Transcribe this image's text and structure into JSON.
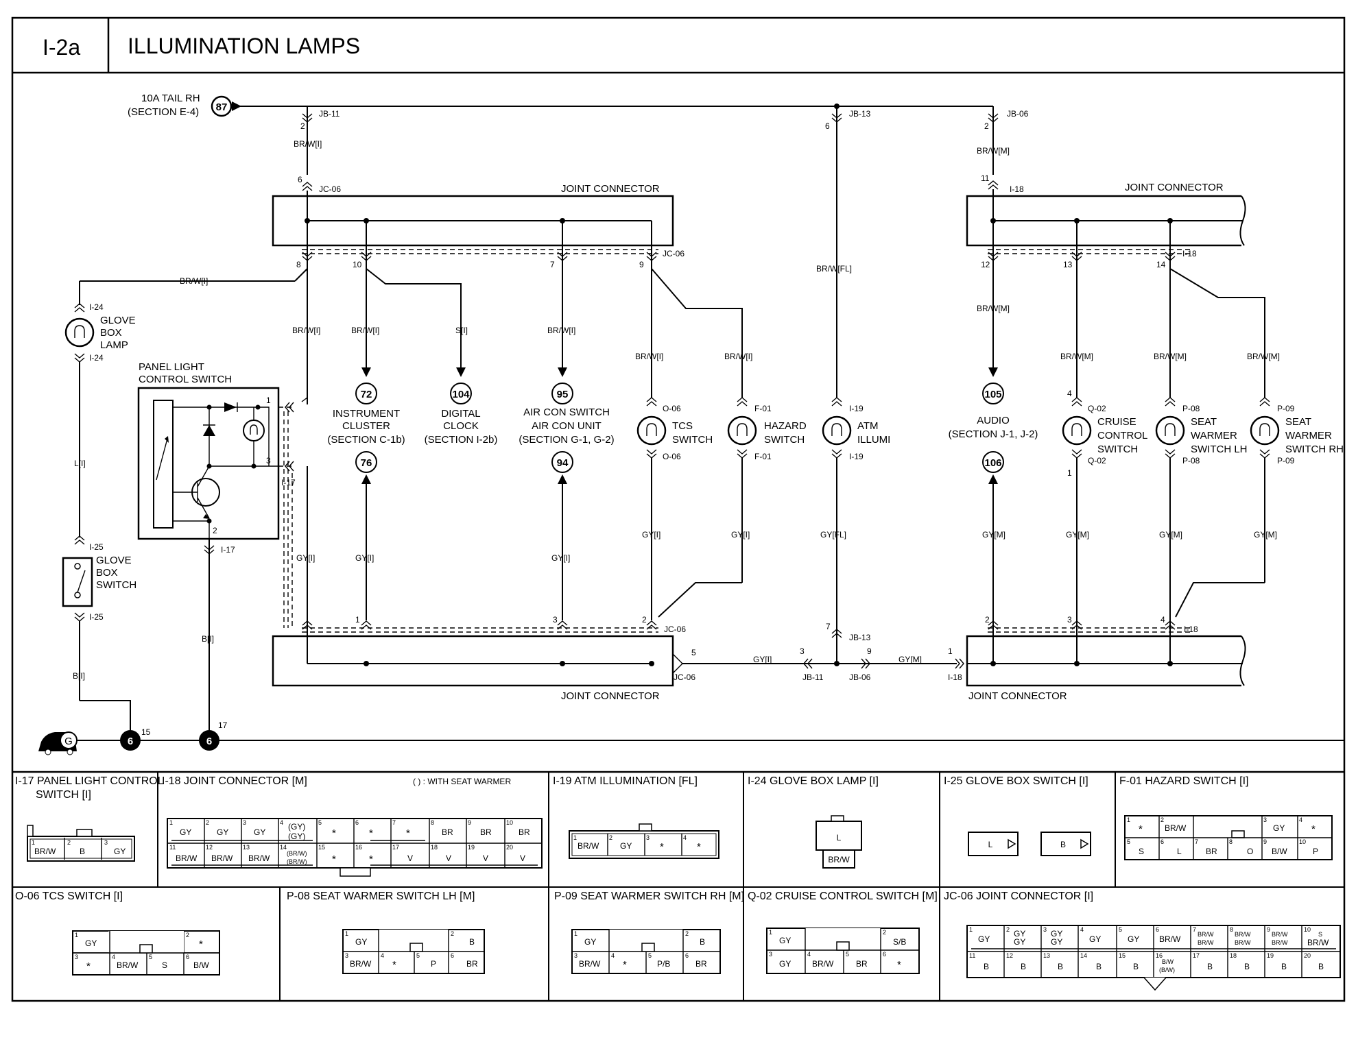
{
  "header": {
    "code": "I-2a",
    "title": "ILLUMINATION LAMPS"
  },
  "power": {
    "fuse_line1": "10A TAIL RH",
    "fuse_line2": "(SECTION E-4)",
    "fuse_ref": "87"
  },
  "junctions": {
    "jb11": "JB-11",
    "jb13": "JB-13",
    "jb06": "JB-06",
    "jc06": "JC-06",
    "i18": "I-18",
    "i17": "I-17"
  },
  "labels": {
    "joint_connector": "JOINT CONNECTOR",
    "glove_box_lamp": [
      "GLOVE",
      "BOX",
      "LAMP"
    ],
    "glove_box_switch": [
      "GLOVE",
      "BOX",
      "SWITCH"
    ],
    "panel_light": [
      "PANEL LIGHT",
      "CONTROL SWITCH"
    ],
    "instrument_cluster": [
      "INSTRUMENT",
      "CLUSTER",
      "(SECTION C-1b)"
    ],
    "digital_clock": [
      "DIGITAL",
      "CLOCK",
      "(SECTION I-2b)"
    ],
    "air_con": [
      "AIR CON SWITCH",
      "AIR CON UNIT",
      "(SECTION G-1, G-2)"
    ],
    "tcs": [
      "TCS",
      "SWITCH"
    ],
    "hazard": [
      "HAZARD",
      "SWITCH"
    ],
    "atm": [
      "ATM",
      "ILLUMI"
    ],
    "audio": [
      "AUDIO",
      "(SECTION J-1, J-2)"
    ],
    "cruise": [
      "CRUISE",
      "CONTROL",
      "SWITCH"
    ],
    "seat_lh": [
      "SEAT",
      "WARMER",
      "SWITCH LH"
    ],
    "seat_rh": [
      "SEAT",
      "WARMER",
      "SWITCH RH"
    ],
    "ground": "G"
  },
  "refs": {
    "ic": "72",
    "ic2": "76",
    "clock": "104",
    "ac": "95",
    "ac2": "94",
    "audio": "105",
    "audio2": "106",
    "ground": "6"
  },
  "wires": {
    "brw_i": "BR/W[I]",
    "brw_m": "BR/W[M]",
    "brw_fl": "BR/W[FL]",
    "gy_i": "GY[I]",
    "gy_m": "GY[M]",
    "gy_fl": "GY[FL]",
    "s_i": "S[I]",
    "l_i": "L[I]",
    "b_i": "B[I]"
  },
  "connectors": {
    "i24": "I-24",
    "i25": "I-25",
    "o06": "O-06",
    "f01": "F-01",
    "i19": "I-19",
    "q02": "Q-02",
    "p08": "P-08",
    "p09": "P-09"
  },
  "pins": {
    "n1": "1",
    "n2": "2",
    "n3": "3",
    "n4": "4",
    "n5": "5",
    "n6": "6",
    "n7": "7",
    "n8": "8",
    "n9": "9",
    "n10": "10",
    "n11": "11",
    "n12": "12",
    "n13": "13",
    "n14": "14",
    "n15": "15",
    "n17": "17"
  },
  "tables": {
    "i17": {
      "title": [
        "I-17 PANEL LIGHT CONTROL",
        "SWITCH [I]"
      ],
      "cells": [
        "1",
        "BR/W",
        "2",
        "B",
        "3",
        "GY"
      ]
    },
    "i18": {
      "title": "I-18 JOINT CONNECTOR [M]",
      "note": "(  ) : WITH SEAT WARMER",
      "row1": [
        "1",
        "GY",
        "2",
        "GY",
        "3",
        "GY",
        "4",
        "(GY)",
        "(GY)",
        "5",
        "*",
        "6",
        "*",
        "7",
        "*",
        "8",
        "BR",
        "9",
        "BR",
        "10",
        "BR"
      ],
      "row2": [
        "11",
        "BR/W",
        "12",
        "BR/W",
        "13",
        "BR/W",
        "14",
        "(BR/W)",
        "(BR/W)",
        "15",
        "*",
        "16",
        "*",
        "17",
        "V",
        "18",
        "V",
        "19",
        "V",
        "20",
        "V"
      ]
    },
    "i19": {
      "title": "I-19 ATM ILLUMINATION [FL]",
      "cells": [
        "1",
        "BR/W",
        "2",
        "GY",
        "3",
        "*",
        "4",
        "*"
      ]
    },
    "i24": {
      "title": "I-24 GLOVE BOX LAMP [I]",
      "cells": [
        "L",
        "BR/W"
      ]
    },
    "i25": {
      "title": "I-25 GLOVE BOX SWITCH [I]",
      "cells": [
        "L",
        "B"
      ]
    },
    "f01": {
      "title": "F-01 HAZARD SWITCH [I]",
      "row1": [
        "1",
        "*",
        "2",
        "BR/W",
        "3",
        "GY",
        "4",
        "*"
      ],
      "row2": [
        "5",
        "S",
        "6",
        "L",
        "7",
        "BR",
        "8",
        "O",
        "9",
        "B/W",
        "10",
        "P"
      ]
    },
    "o06": {
      "title": "O-06 TCS SWITCH [I]",
      "row1": [
        "1",
        "GY",
        "2",
        "*"
      ],
      "row2": [
        "3",
        "*",
        "4",
        "BR/W",
        "5",
        "S",
        "6",
        "B/W"
      ]
    },
    "p08": {
      "title": "P-08 SEAT WARMER SWITCH LH [M]",
      "row1": [
        "1",
        "GY",
        "2",
        "B"
      ],
      "row2": [
        "3",
        "BR/W",
        "4",
        "*",
        "5",
        "P",
        "6",
        "BR"
      ]
    },
    "p09": {
      "title": "P-09 SEAT WARMER SWITCH RH [M]",
      "row1": [
        "1",
        "GY",
        "2",
        "B"
      ],
      "row2": [
        "3",
        "BR/W",
        "4",
        "*",
        "5",
        "P/B",
        "6",
        "BR"
      ]
    },
    "q02": {
      "title": "Q-02 CRUISE CONTROL SWITCH [M]",
      "row1": [
        "1",
        "GY",
        "2",
        "S/B"
      ],
      "row2": [
        "3",
        "GY",
        "4",
        "BR/W",
        "5",
        "BR",
        "6",
        "*"
      ]
    },
    "jc06": {
      "title": "JC-06 JOINT CONNECTOR [I]",
      "row1": [
        "1",
        "GY",
        "2",
        "GY",
        "GY",
        "3",
        "GY",
        "GY",
        "4",
        "GY",
        "5",
        "GY",
        "6",
        "BR/W",
        "7",
        "BR/W",
        "BR/W",
        "8",
        "BR/W",
        "BR/W",
        "9",
        "BR/W",
        "BR/W",
        "10",
        "S",
        "BR/W"
      ],
      "row2": [
        "11",
        "B",
        "12",
        "B",
        "13",
        "B",
        "14",
        "B",
        "15",
        "B",
        "16",
        "B/W",
        "(B/W)",
        "17",
        "B",
        "18",
        "B",
        "19",
        "B",
        "20",
        "B"
      ]
    }
  }
}
